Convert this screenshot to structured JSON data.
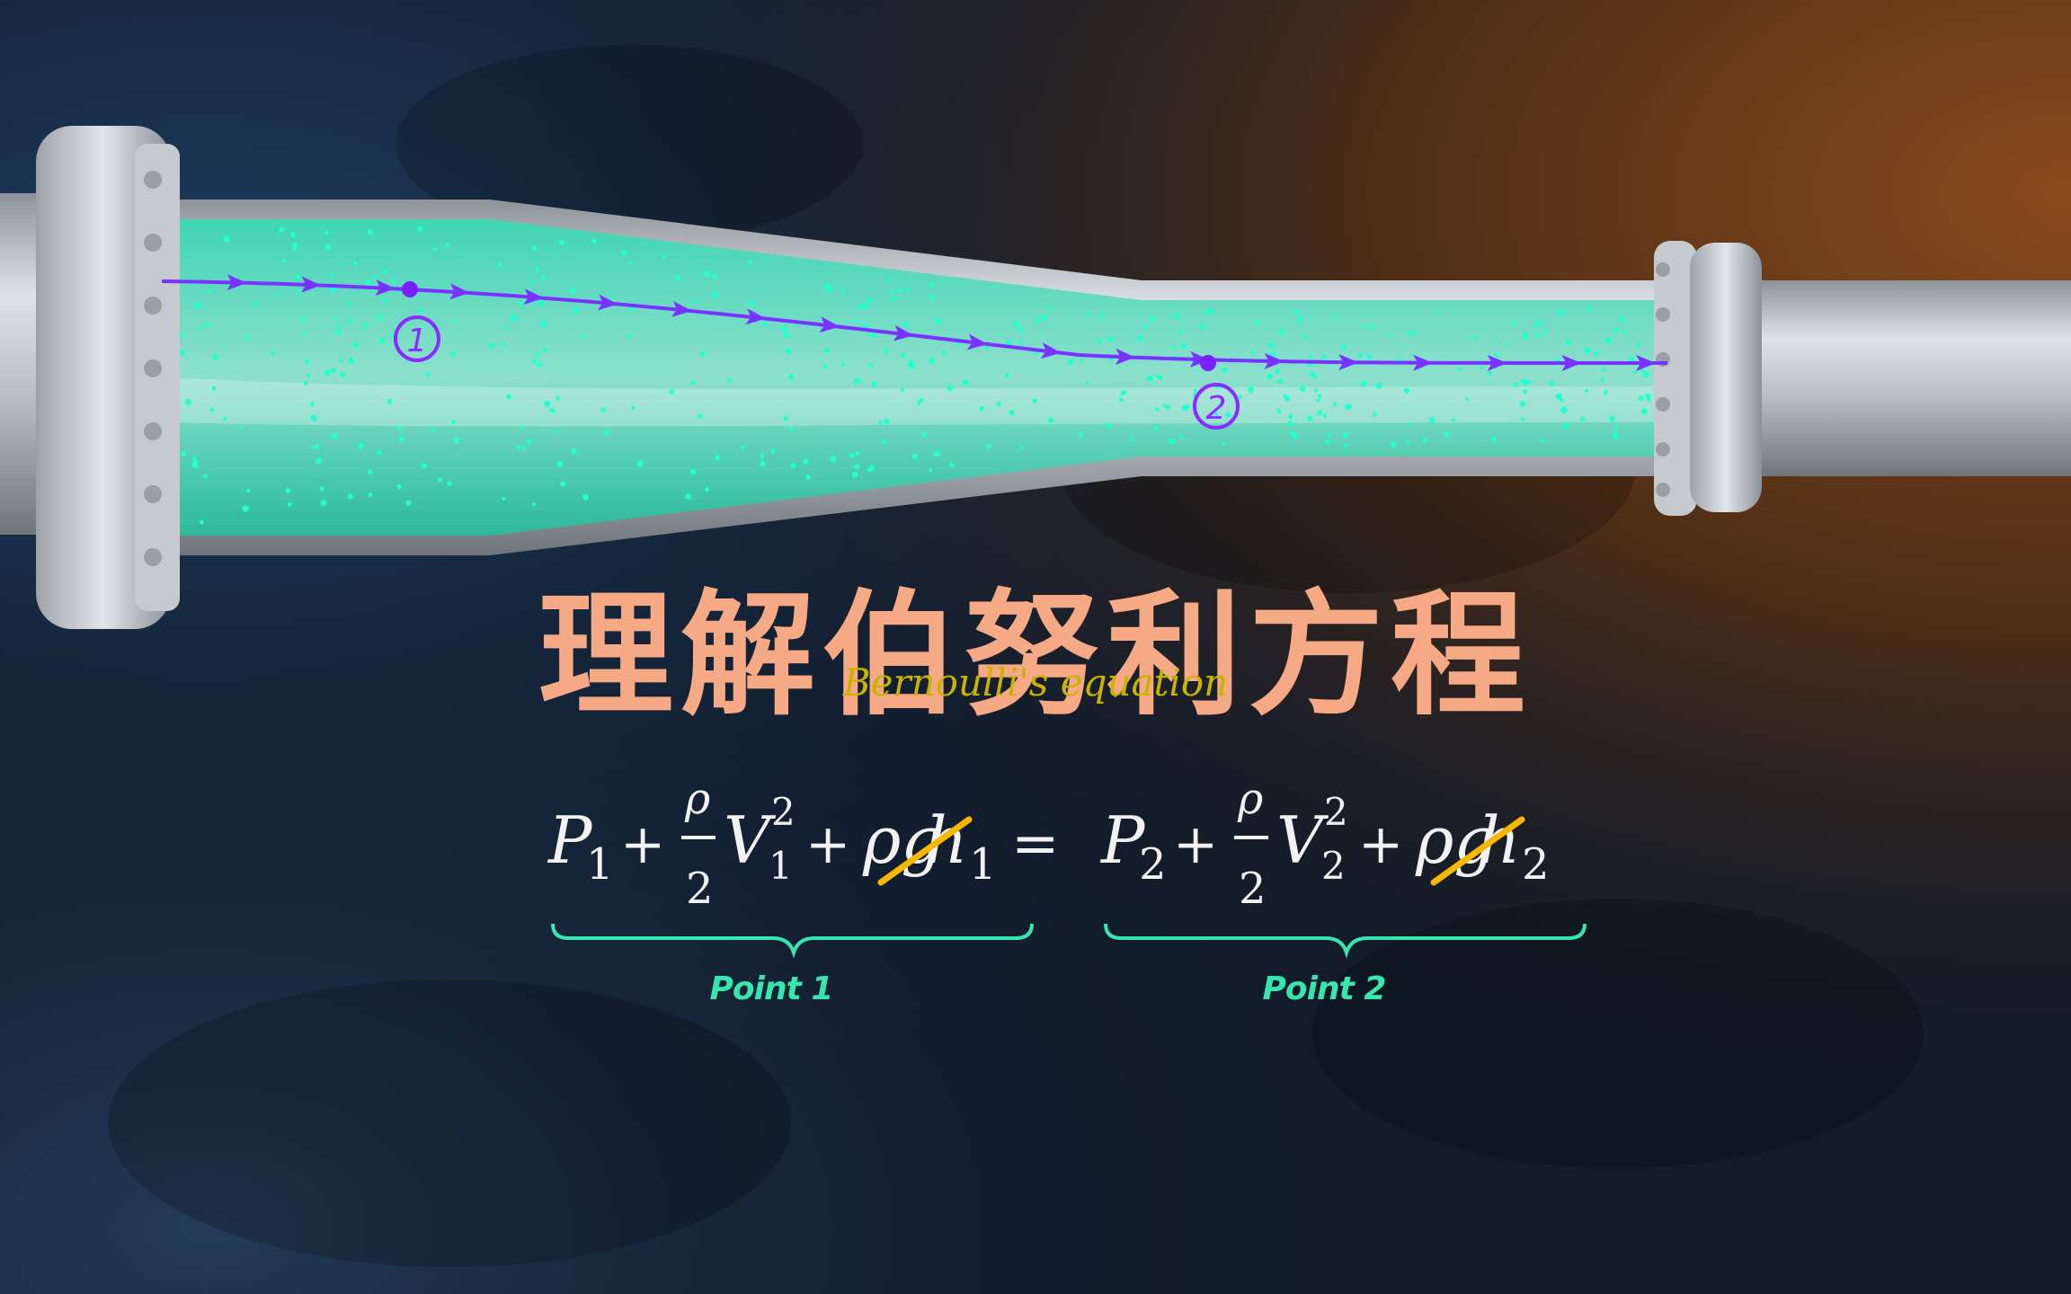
{
  "title": "理解伯努利方程",
  "subtitle": "Bernoulli's equation",
  "point_marker_1": "1",
  "point_marker_2": "2",
  "equation": {
    "left": {
      "P": "P",
      "sub": "1",
      "rho": "ρ",
      "two": "2",
      "V": "V",
      "sq": "2",
      "g": "ρg",
      "h": "h",
      "hsub": "1"
    },
    "equals": "=",
    "right": {
      "P": "P",
      "sub": "2",
      "rho": "ρ",
      "two": "2",
      "V": "V",
      "sq": "2",
      "g": "ρg",
      "h": "h",
      "hsub": "2"
    },
    "plus": "+"
  },
  "labels": {
    "point1": "Point 1",
    "point2": "Point 2"
  },
  "colors": {
    "title": "#f6a985",
    "subtitle": "#c8b400",
    "fluid": "#2ec9a8",
    "streamline": "#7a33ff",
    "brace": "#37e6ae",
    "strike": "#f5b700",
    "equation": "#f2f2f2",
    "pipe": "#c9ccd1"
  }
}
